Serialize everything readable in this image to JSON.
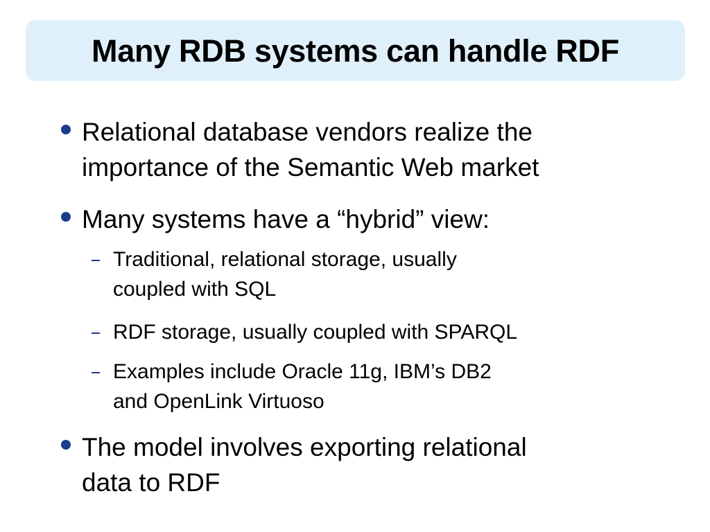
{
  "slide": {
    "title": "Many RDB systems can handle RDF",
    "bullets": [
      {
        "text": "Relational database vendors realize the\nimportance of the Semantic Web market"
      },
      {
        "text": "Many systems have a “hybrid” view:"
      },
      {
        "text": "The model involves exporting relational\ndata to RDF"
      }
    ],
    "subbullets": [
      {
        "text": "Traditional, relational storage, usually\ncoupled with SQL"
      },
      {
        "text": "RDF storage, usually coupled with SPARQL"
      },
      {
        "text": "Examples include Oracle 11g, IBM’s DB2\nand OpenLink Virtuoso"
      }
    ]
  },
  "colors": {
    "title_background": "#dff0fb",
    "bullet_marker": "#1a3c8c",
    "text": "#000000"
  }
}
